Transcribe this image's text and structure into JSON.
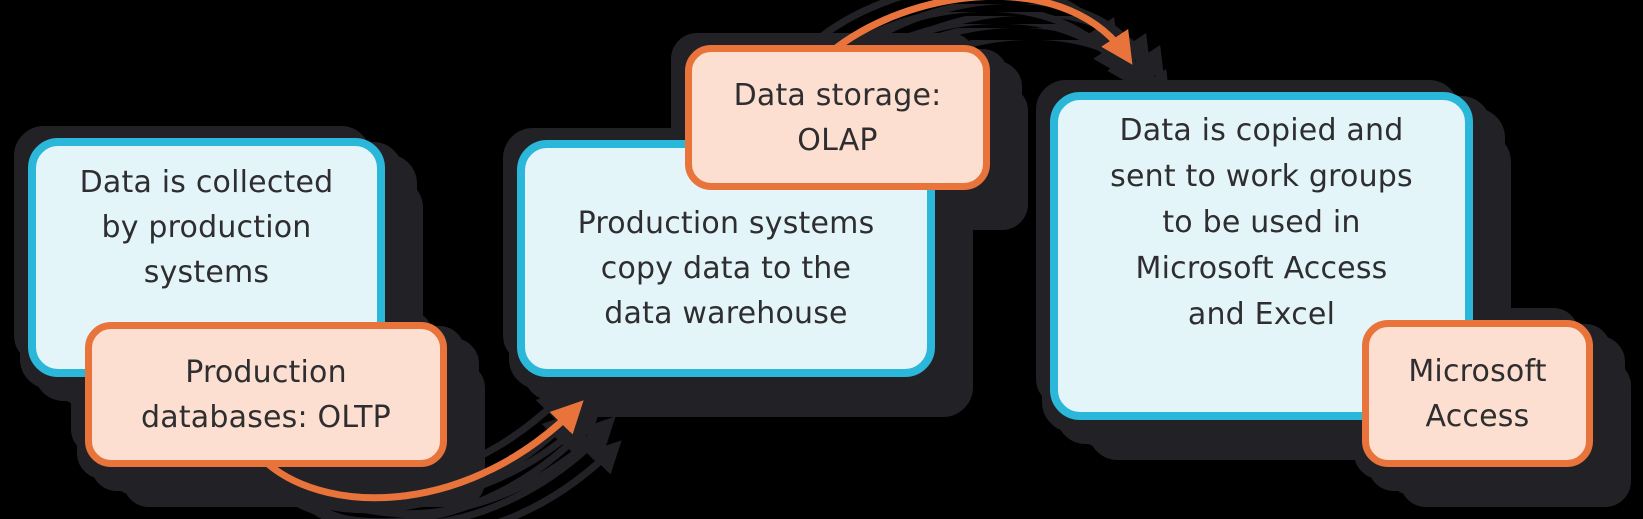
{
  "diagram": {
    "title_semantic": "data-warehouse-flow-diagram",
    "boxes": {
      "step1": {
        "lines": [
          "Data is collected",
          "by production",
          "systems"
        ]
      },
      "tag1": {
        "lines": [
          "Production",
          "databases: OLTP"
        ]
      },
      "step2": {
        "lines": [
          "Production systems",
          "copy data to the",
          "data warehouse"
        ]
      },
      "tag2": {
        "lines": [
          "Data storage:",
          "OLAP"
        ]
      },
      "step3": {
        "lines": [
          "Data is copied and",
          "sent to work groups",
          "to be used in",
          "Microsoft Access",
          "and Excel"
        ]
      },
      "tag3": {
        "lines": [
          "Microsoft",
          "Access"
        ]
      }
    },
    "arrows": [
      {
        "name": "arrow-oltp-to-warehouse",
        "from": "tag1",
        "to": "step2"
      },
      {
        "name": "arrow-olap-to-workgroups",
        "from": "tag2",
        "to": "step3"
      }
    ],
    "colors": {
      "background": "#000000",
      "shadow": "#222226",
      "process_border": "#2ab7d9",
      "process_fill": "#e4f5f9",
      "tag_border": "#e8743c",
      "tag_fill": "#fcdfd0",
      "arrow": "#e8743c",
      "text": "#2e2e31"
    }
  }
}
